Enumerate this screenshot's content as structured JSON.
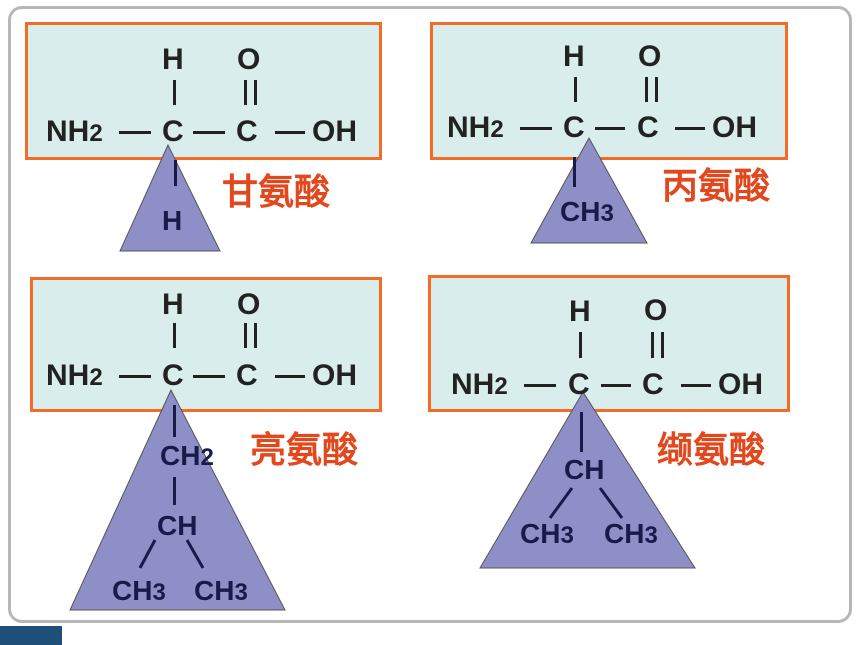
{
  "backbone": {
    "h": "H",
    "o": "O",
    "nh2": "NH",
    "nh2_sub": "2",
    "c": "C",
    "oh": "OH"
  },
  "panels": [
    {
      "name": "甘氨酸",
      "r_group": [
        "H"
      ]
    },
    {
      "name": "丙氨酸",
      "r_group": [
        "CH3"
      ]
    },
    {
      "name": "亮氨酸",
      "r_group": [
        "CH2",
        "CH",
        "CH3",
        "CH3"
      ]
    },
    {
      "name": "缬氨酸",
      "r_group": [
        "CH",
        "CH3",
        "CH3"
      ]
    }
  ],
  "side": {
    "h": "H",
    "ch": "CH",
    "three": "3",
    "two": "2"
  },
  "colors": {
    "box_fill": "#d9eded",
    "box_border": "#f36c25",
    "triangle_fill": "#8f8fc7",
    "name_text": "#e2481d"
  }
}
